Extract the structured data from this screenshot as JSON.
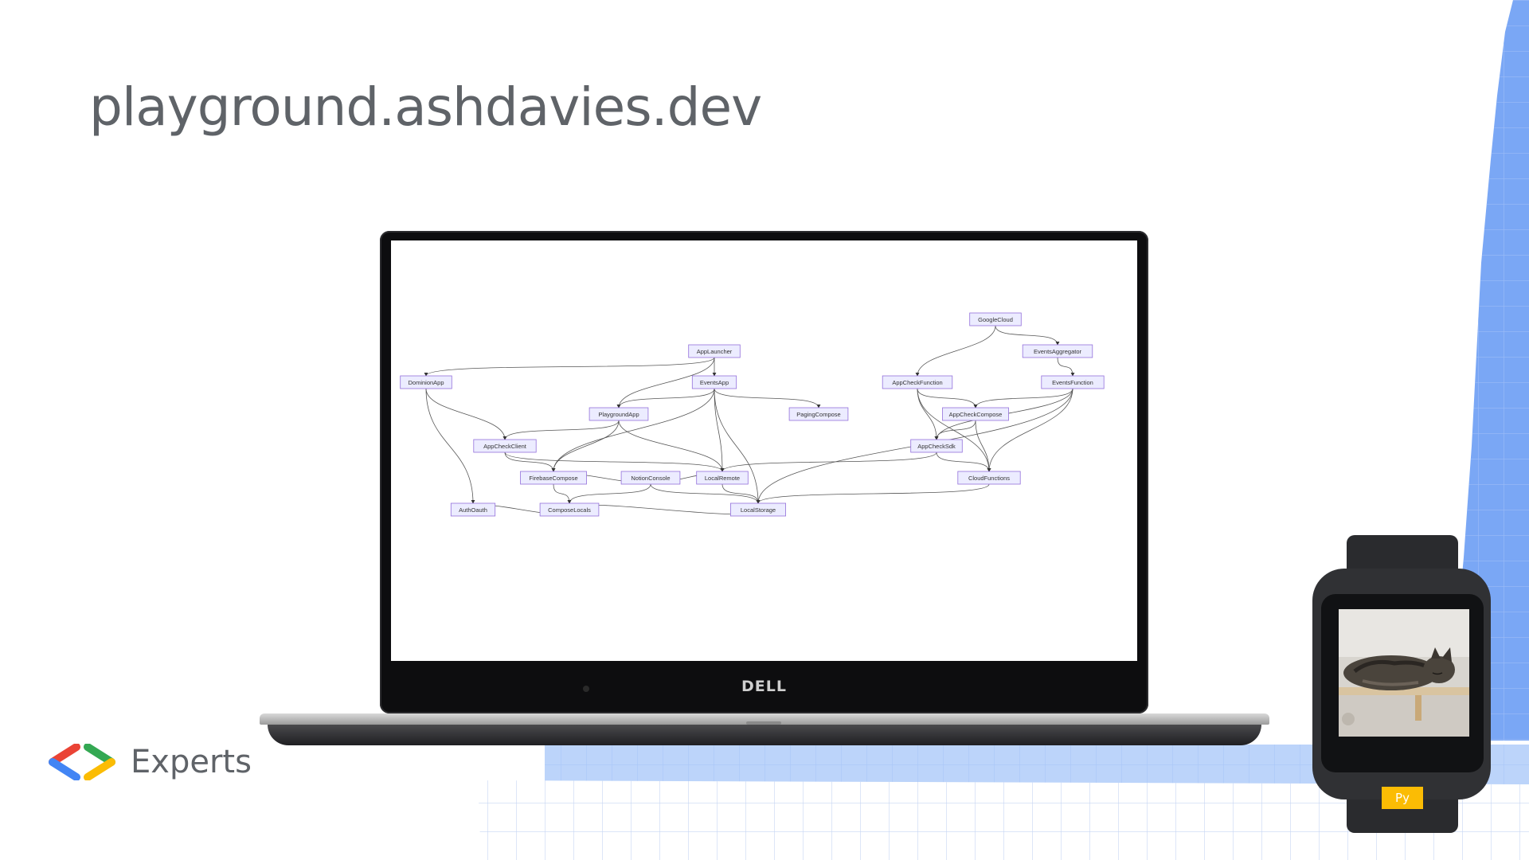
{
  "slide": {
    "title": "playground.ashdavies.dev",
    "logo_text": "Experts"
  },
  "laptop": {
    "brand": "DELL"
  },
  "graph": {
    "nodes": [
      {
        "id": "GoogleCloud",
        "label": "GoogleCloud"
      },
      {
        "id": "AppLauncher",
        "label": "AppLauncher"
      },
      {
        "id": "EventsAggregator",
        "label": "EventsAggregator"
      },
      {
        "id": "DominionApp",
        "label": "DominionApp"
      },
      {
        "id": "EventsApp",
        "label": "EventsApp"
      },
      {
        "id": "AppCheckFunction",
        "label": "AppCheckFunction"
      },
      {
        "id": "EventsFunction",
        "label": "EventsFunction"
      },
      {
        "id": "PlaygroundApp",
        "label": "PlaygroundApp"
      },
      {
        "id": "PagingCompose",
        "label": "PagingCompose"
      },
      {
        "id": "AppCheckCompose",
        "label": "AppCheckCompose"
      },
      {
        "id": "AppCheckClient",
        "label": "AppCheckClient"
      },
      {
        "id": "AppCheckSdk",
        "label": "AppCheckSdk"
      },
      {
        "id": "FirebaseCompose",
        "label": "FirebaseCompose"
      },
      {
        "id": "NotionConsole",
        "label": "NotionConsole"
      },
      {
        "id": "LocalRemote",
        "label": "LocalRemote"
      },
      {
        "id": "CloudFunctions",
        "label": "CloudFunctions"
      },
      {
        "id": "AuthOauth",
        "label": "AuthOauth"
      },
      {
        "id": "ComposeLocals",
        "label": "ComposeLocals"
      },
      {
        "id": "LocalStorage",
        "label": "LocalStorage"
      }
    ],
    "edges": [
      [
        "GoogleCloud",
        "AppCheckFunction"
      ],
      [
        "GoogleCloud",
        "EventsAggregator"
      ],
      [
        "EventsAggregator",
        "EventsFunction"
      ],
      [
        "AppLauncher",
        "DominionApp"
      ],
      [
        "AppLauncher",
        "EventsApp"
      ],
      [
        "AppLauncher",
        "PlaygroundApp"
      ],
      [
        "EventsApp",
        "PagingCompose"
      ],
      [
        "EventsApp",
        "PlaygroundApp"
      ],
      [
        "EventsApp",
        "LocalRemote"
      ],
      [
        "EventsApp",
        "FirebaseCompose"
      ],
      [
        "EventsApp",
        "LocalStorage"
      ],
      [
        "DominionApp",
        "AppCheckClient"
      ],
      [
        "DominionApp",
        "AuthOauth"
      ],
      [
        "PlaygroundApp",
        "AppCheckClient"
      ],
      [
        "PlaygroundApp",
        "FirebaseCompose"
      ],
      [
        "PlaygroundApp",
        "LocalRemote"
      ],
      [
        "AppCheckFunction",
        "AppCheckCompose"
      ],
      [
        "AppCheckFunction",
        "AppCheckSdk"
      ],
      [
        "AppCheckFunction",
        "CloudFunctions"
      ],
      [
        "EventsFunction",
        "AppCheckCompose"
      ],
      [
        "EventsFunction",
        "AppCheckSdk"
      ],
      [
        "EventsFunction",
        "CloudFunctions"
      ],
      [
        "EventsFunction",
        "LocalStorage"
      ],
      [
        "AppCheckCompose",
        "AppCheckSdk"
      ],
      [
        "AppCheckCompose",
        "CloudFunctions"
      ],
      [
        "AppCheckSdk",
        "CloudFunctions"
      ],
      [
        "AppCheckSdk",
        "LocalRemote"
      ],
      [
        "AppCheckClient",
        "FirebaseCompose"
      ],
      [
        "AppCheckClient",
        "LocalRemote"
      ],
      [
        "FirebaseCompose",
        "ComposeLocals"
      ],
      [
        "NotionConsole",
        "LocalRemote"
      ],
      [
        "NotionConsole",
        "FirebaseCompose"
      ],
      [
        "NotionConsole",
        "LocalStorage"
      ],
      [
        "NotionConsole",
        "ComposeLocals"
      ],
      [
        "LocalRemote",
        "LocalStorage"
      ],
      [
        "CloudFunctions",
        "LocalStorage"
      ],
      [
        "ComposeLocals",
        "AuthOauth"
      ],
      [
        "LocalStorage",
        "ComposeLocals"
      ]
    ]
  },
  "watch": {
    "badge": "Py",
    "photo": "sleeping-cat-photo"
  },
  "colors": {
    "title": "#5f6368",
    "blue_accent": "#7aa7f5",
    "node_fill": "#ececff",
    "node_stroke": "#9370db",
    "badge": "#fbbc04"
  }
}
